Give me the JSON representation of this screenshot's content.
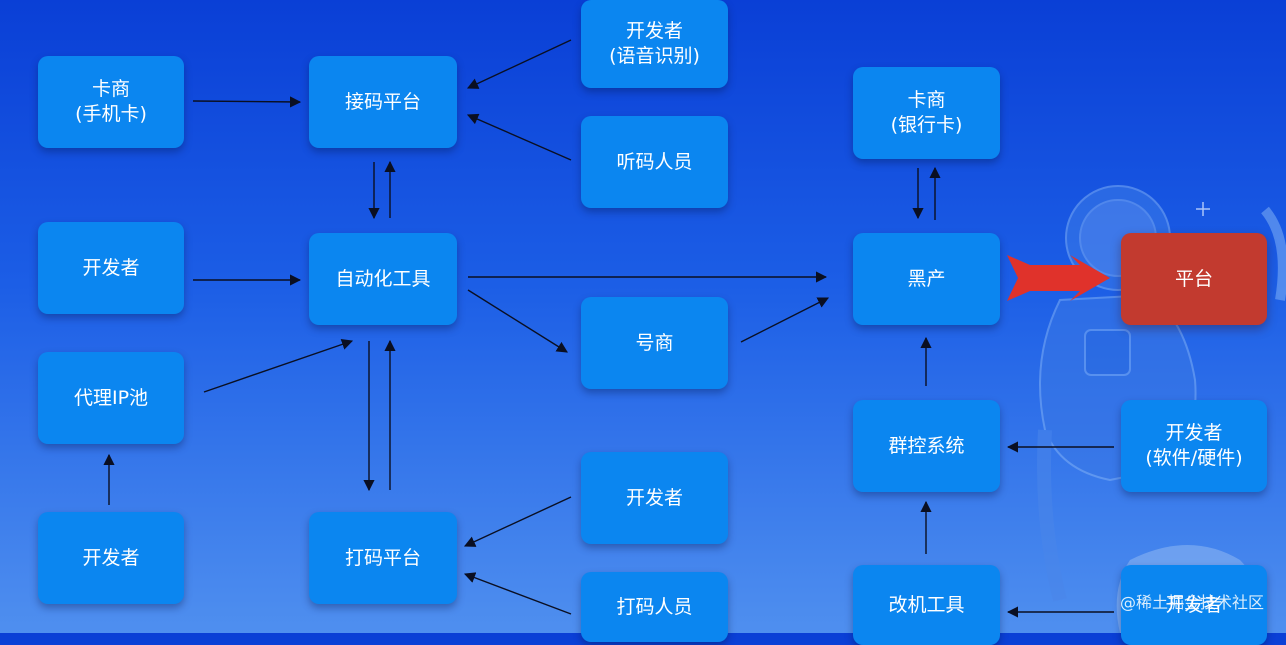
{
  "nodes": {
    "card_merchant_phone": {
      "line1": "卡商",
      "line2": "(手机卡)"
    },
    "sms_platform": {
      "line1": "接码平台"
    },
    "dev_voice": {
      "line1": "开发者",
      "line2": "(语音识别)"
    },
    "code_listener": {
      "line1": "听码人员"
    },
    "developer_a": {
      "line1": "开发者"
    },
    "automation_tool": {
      "line1": "自动化工具"
    },
    "proxy_ip_pool": {
      "line1": "代理IP池"
    },
    "account_merchant": {
      "line1": "号商"
    },
    "developer_b": {
      "line1": "开发者"
    },
    "captcha_platform": {
      "line1": "打码平台"
    },
    "developer_c": {
      "line1": "开发者"
    },
    "captcha_worker": {
      "line1": "打码人员"
    },
    "card_merchant_bank": {
      "line1": "卡商",
      "line2": "(银行卡)"
    },
    "black_industry": {
      "line1": "黑产"
    },
    "platform": {
      "line1": "平台"
    },
    "group_control": {
      "line1": "群控系统"
    },
    "dev_software_hardware": {
      "line1": "开发者",
      "line2": "(软件/硬件)"
    },
    "device_modify_tool": {
      "line1": "改机工具"
    },
    "developer_d": {
      "line1": "开发者"
    }
  },
  "watermark": "@稀土掘金技术社区",
  "colors": {
    "background_top": "#0a3fd6",
    "background_bottom": "#4f8fef",
    "node": "#0b86f0",
    "platform_node": "#c23a2f",
    "arrow": "#0a0f22",
    "big_arrow": "#e0322b"
  }
}
